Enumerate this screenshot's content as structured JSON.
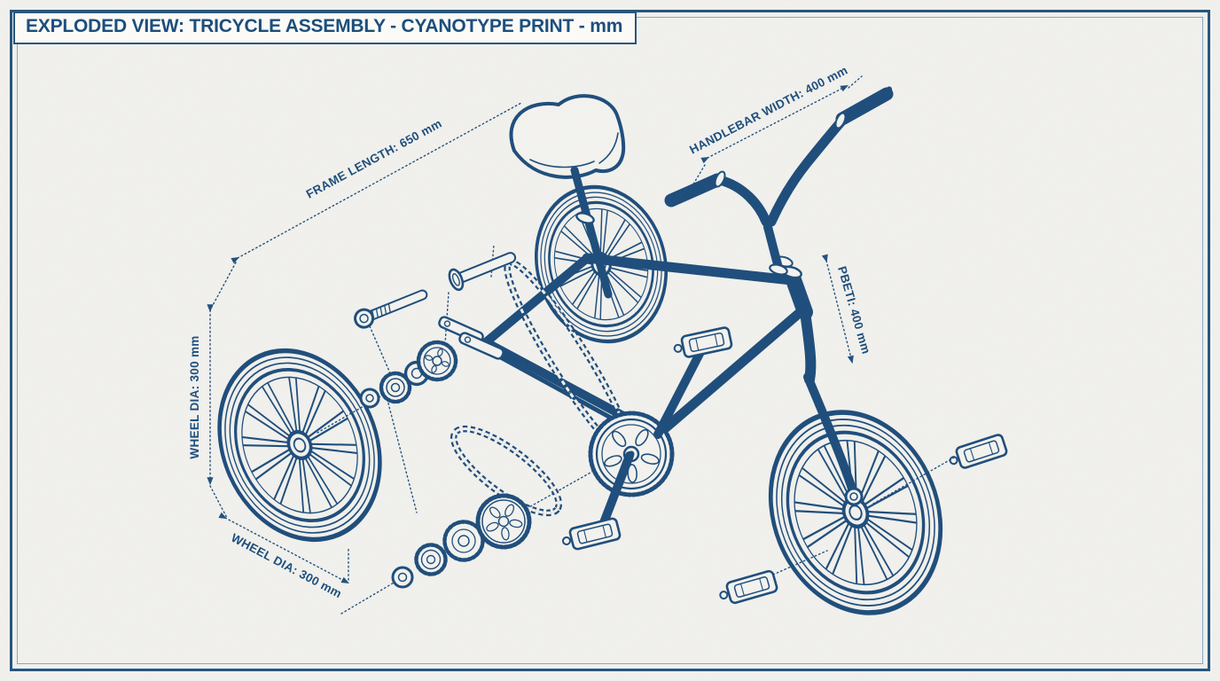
{
  "title": "EXPLODED VIEW: TRICYCLE ASSEMBLY - CYANOTYPE PRINT - mm",
  "units": "mm",
  "colors": {
    "paper": "#f2f1ed",
    "ink": "#1e4d7b",
    "border_outer": "#27567f",
    "border_inner": "#89a6c2"
  },
  "annotations": {
    "frame_length": {
      "label": "FRAME LENGTH: 650 mm",
      "value_mm": 650
    },
    "handlebar_width": {
      "label": "HANDLEBAR WIDTH: 400 mm",
      "value_mm": 400
    },
    "seat_tube": {
      "label": "PBETI: 400 mm",
      "value_mm": 400
    },
    "wheel_dia_left": {
      "label": "WHEEL DIA: 300 mm",
      "value_mm": 300
    },
    "wheel_dia_bottom": {
      "label": "WHEEL DIA: 300 mm",
      "value_mm": 300
    }
  }
}
